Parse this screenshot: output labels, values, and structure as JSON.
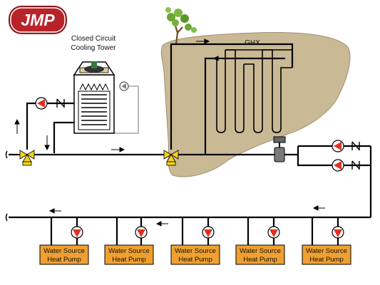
{
  "logo": {
    "text": "JMP"
  },
  "cooling_tower": {
    "title_line1": "Closed Circuit",
    "title_line2": "Cooling Tower"
  },
  "ghx": {
    "label": "GHX"
  },
  "heat_pumps": [
    {
      "line1": "Water Source",
      "line2": "Heat Pump"
    },
    {
      "line1": "Water Source",
      "line2": "Heat Pump"
    },
    {
      "line1": "Water Source",
      "line2": "Heat Pump"
    },
    {
      "line1": "Water Source",
      "line2": "Heat Pump"
    },
    {
      "line1": "Water Source",
      "line2": "Heat Pump"
    }
  ],
  "colors": {
    "pipe": "#000000",
    "ground": "#c9b995",
    "heat_pump_fill": "#f0a030",
    "pump_red": "#e03020",
    "valve_yellow": "#f2d21a",
    "logo_red": "#b8232a"
  }
}
